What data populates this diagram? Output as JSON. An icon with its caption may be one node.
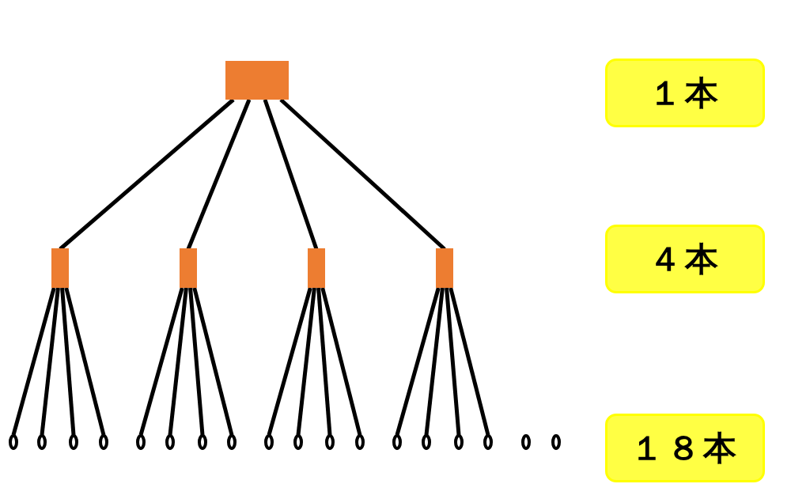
{
  "diagram": {
    "nodes": [
      {
        "text": [],
        "shape": "box"
      },
      {
        "text": [],
        "shape": "box"
      },
      {
        "text": [],
        "shape": "box"
      },
      {
        "text": [],
        "shape": "box"
      },
      {
        "text": [],
        "shape": "box"
      },
      {
        "text": [],
        "shape": "circle"
      },
      {
        "text": [],
        "shape": "circle"
      },
      {
        "text": [],
        "shape": "circle"
      },
      {
        "text": [],
        "shape": "circle"
      },
      {
        "text": [],
        "shape": "circle"
      },
      {
        "text": [],
        "shape": "circle"
      },
      {
        "text": [],
        "shape": "circle"
      },
      {
        "text": [],
        "shape": "circle"
      },
      {
        "text": [],
        "shape": "circle"
      },
      {
        "text": [],
        "shape": "circle"
      },
      {
        "text": [],
        "shape": "circle"
      },
      {
        "text": [],
        "shape": "circle"
      },
      {
        "text": [],
        "shape": "circle"
      },
      {
        "text": [],
        "shape": "circle"
      },
      {
        "text": [],
        "shape": "circle"
      },
      {
        "text": [],
        "shape": "circle"
      },
      {
        "text": [],
        "shape": "circle"
      },
      {
        "text": [],
        "shape": "circle"
      },
      {
        "text": [
          "１本"
        ]
      },
      {
        "text": [
          "４本"
        ]
      },
      {
        "text": [
          "１８本"
        ]
      }
    ],
    "edges": [
      {
        "from": 0,
        "to": 1,
        "arrow": "none"
      },
      {
        "from": 0,
        "to": 2,
        "arrow": "none"
      },
      {
        "from": 0,
        "to": 3,
        "arrow": "none"
      },
      {
        "from": 0,
        "to": 4,
        "arrow": "none"
      },
      {
        "from": 1,
        "to": 5,
        "arrow": "none"
      },
      {
        "from": 1,
        "to": 6,
        "arrow": "none"
      },
      {
        "from": 1,
        "to": 7,
        "arrow": "none"
      },
      {
        "from": 1,
        "to": 8,
        "arrow": "none"
      },
      {
        "from": 2,
        "to": 9,
        "arrow": "none"
      },
      {
        "from": 2,
        "to": 10,
        "arrow": "none"
      },
      {
        "from": 2,
        "to": 11,
        "arrow": "none"
      },
      {
        "from": 2,
        "to": 12,
        "arrow": "none"
      },
      {
        "from": 3,
        "to": 13,
        "arrow": "none"
      },
      {
        "from": 3,
        "to": 14,
        "arrow": "none"
      },
      {
        "from": 3,
        "to": 15,
        "arrow": "none"
      },
      {
        "from": 3,
        "to": 16,
        "arrow": "none"
      },
      {
        "from": 4,
        "to": 17,
        "arrow": "none"
      },
      {
        "from": 4,
        "to": 18,
        "arrow": "none"
      },
      {
        "from": 4,
        "to": 19,
        "arrow": "none"
      },
      {
        "from": 4,
        "to": 20,
        "arrow": "none"
      }
    ]
  }
}
